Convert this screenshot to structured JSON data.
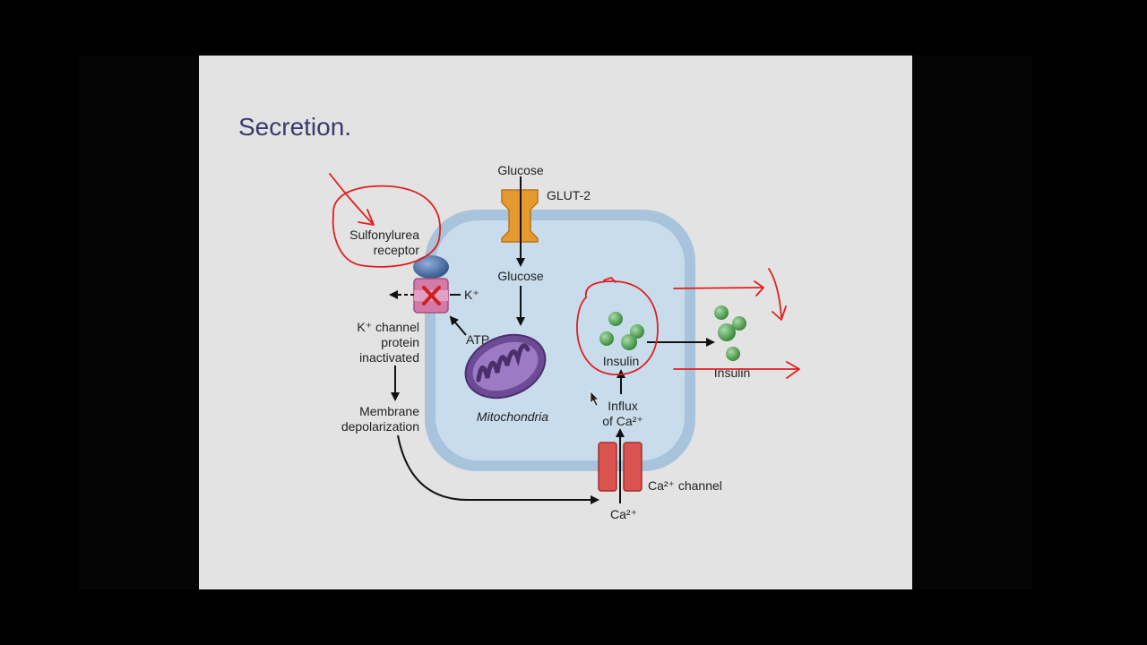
{
  "slide": {
    "title": "Secretion."
  },
  "diagram": {
    "labels": {
      "glucose_outside": "Glucose",
      "glut2": "GLUT-2",
      "glucose_inside": "Glucose",
      "sulfonylurea_line1": "Sulfonylurea",
      "sulfonylurea_line2": "receptor",
      "k_ion": "K⁺",
      "atp": "ATP",
      "k_channel_line1": "K⁺ channel",
      "k_channel_line2": "protein",
      "k_channel_line3": "inactivated",
      "membrane_line1": "Membrane",
      "membrane_line2": "depolarization",
      "mitochondria": "Mitochondria",
      "insulin_inside": "Insulin",
      "insulin_outside": "Insulin",
      "influx_line1": "Influx",
      "influx_line2": "of Ca²⁺",
      "ca_channel": "Ca²⁺ channel",
      "ca_ion": "Ca²⁺"
    }
  },
  "colors": {
    "cell_fill": "#c5d8e8",
    "cell_membrane": "#9fbdd6",
    "glut2": "#e69a2e",
    "receptor": "#4a6fa5",
    "k_channel": "#d47aa6",
    "blocked_x": "#cc2222",
    "mitochondria": "#7c5aa6",
    "insulin_granule": "#5aa85a",
    "ca_channel": "#d9534f",
    "annotation": "#e0201e",
    "title": "#3b3b6e"
  }
}
